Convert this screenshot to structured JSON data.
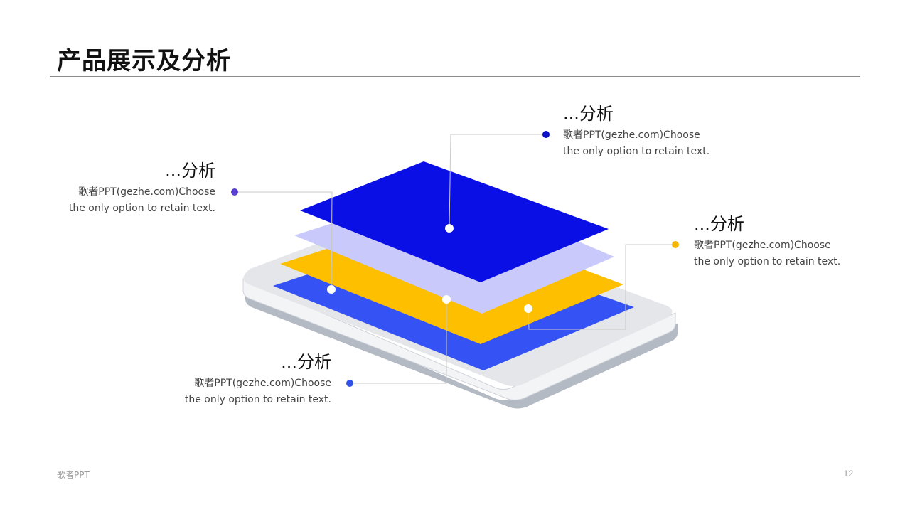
{
  "slide": {
    "title": "产品展示及分析",
    "footer_brand": "歌者PPT",
    "page_number": "12"
  },
  "callouts": [
    {
      "id": "top-right",
      "heading": "...分析",
      "line1": "歌者PPT(gezhe.com)Choose",
      "line2": "the only option to retain text.",
      "dot_color": "#0a10c8"
    },
    {
      "id": "upper-left",
      "heading": "...分析",
      "line1": "歌者PPT(gezhe.com)Choose",
      "line2": "the only option to retain text.",
      "dot_color": "#5a3fd0"
    },
    {
      "id": "right",
      "heading": "...分析",
      "line1": "歌者PPT(gezhe.com)Choose",
      "line2": "the only option to retain text.",
      "dot_color": "#f2b705"
    },
    {
      "id": "bottom",
      "heading": "...分析",
      "line1": "歌者PPT(gezhe.com)Choose",
      "line2": "the only option to retain text.",
      "dot_color": "#3050e8"
    }
  ],
  "colors": {
    "layer_top": "#0a0fe6",
    "layer_lavender": "#c9c9fb",
    "layer_yellow": "#fdbf00",
    "layer_blue": "#3552f5",
    "device_face": "#e5e6ea",
    "device_edge": "#b4bac4"
  }
}
